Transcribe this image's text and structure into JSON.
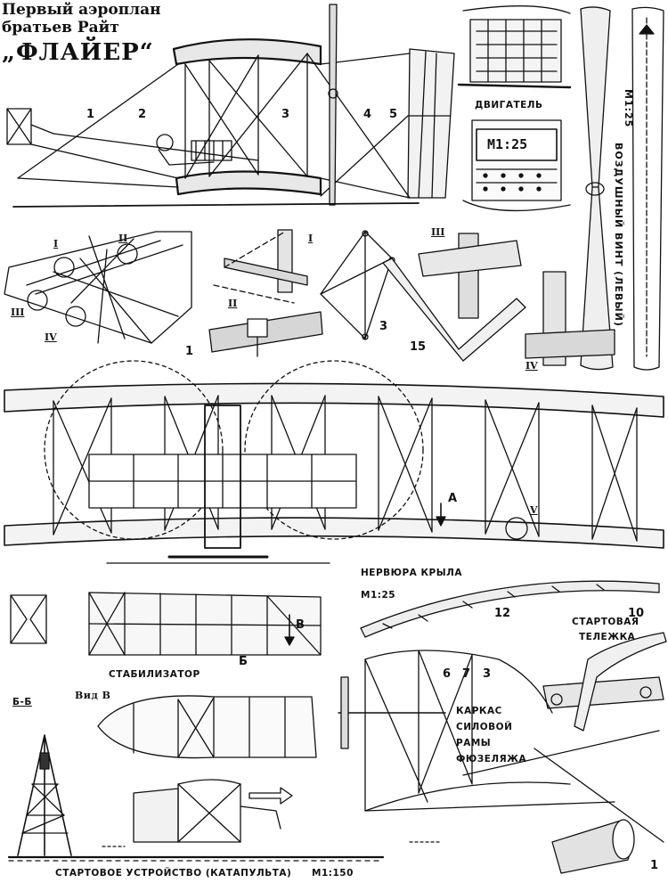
{
  "title": {
    "line1": "Первый аэроплан",
    "line2": "братьев Райт",
    "line3": "„ФЛАЙЕР“"
  },
  "labels": {
    "engine": "ДВИГАТЕЛЬ",
    "engine_scale": "М1:25",
    "propeller": "ВОЗДУШНЫЙ ВИНТ (ЛЕВЫЙ)",
    "propeller_scale": "М1:25",
    "rib_title": "НЕРВЮРА КРЫЛА",
    "rib_scale": "М1:25",
    "stabilizer": "СТАБИЛИЗАТОР",
    "section_b": "Б-Б",
    "view_v": "Вид В",
    "start_cart_1": "СТАРТОВАЯ",
    "start_cart_2": "ТЕЛЕЖКА",
    "frame_1": "КАРКАС",
    "frame_2": "СИЛОВОЙ",
    "frame_3": "РАМЫ",
    "frame_4": "ФЮЗЕЛЯЖА",
    "catapult": "СТАРТОВОЕ УСТРОЙСТВО (КАТАПУЛЬТА)",
    "catapult_scale": "М1:150",
    "sec_a": "А",
    "sec_b_arrow": "В",
    "sec_b_cut": "Б"
  },
  "callouts": {
    "n1": "1",
    "n2": "2",
    "n3": "3",
    "n4": "4",
    "n5": "5",
    "n1b": "1",
    "n3b": "3",
    "n15": "15",
    "n12": "12",
    "n10": "10",
    "n6": "6",
    "n7": "7",
    "n3c": "3",
    "n1c": "1",
    "r1a": "I",
    "r2a": "II",
    "r3a": "III",
    "r4a": "IV",
    "r1b": "I",
    "r2b": "II",
    "r3b": "III",
    "r4b": "IV",
    "r5": "V"
  }
}
